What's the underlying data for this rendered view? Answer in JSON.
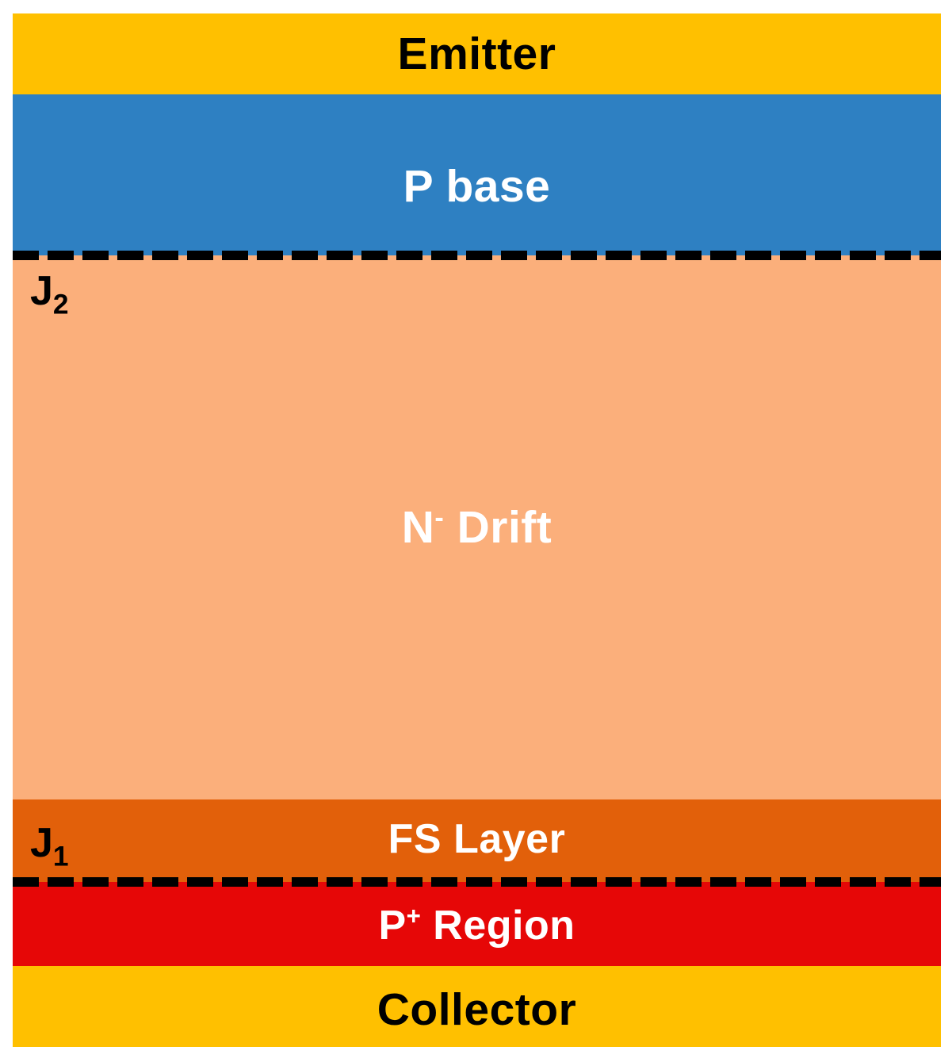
{
  "diagram": {
    "title": "IGBT vertical cross-section",
    "layers": [
      {
        "id": "emitter",
        "label": "Emitter",
        "fill": "#FFC000",
        "text_color": "#000000"
      },
      {
        "id": "p-base",
        "label": "P base",
        "fill": "#2E80C2",
        "text_color": "#FFFFFF"
      },
      {
        "id": "n-drift",
        "label_main": "N",
        "label_superscript": "-",
        "label_rest": " Drift",
        "fill": "#FBAF7B",
        "text_color": "#FFFFFF"
      },
      {
        "id": "fs-layer",
        "label": "FS Layer",
        "fill": "#E2600A",
        "text_color": "#FFFFFF"
      },
      {
        "id": "p-plus-region",
        "label_main": "P",
        "label_superscript": "+",
        "label_rest": " Region",
        "fill": "#E60707",
        "text_color": "#FFFFFF"
      },
      {
        "id": "collector",
        "label": "Collector",
        "fill": "#FFC000",
        "text_color": "#000000"
      }
    ],
    "junctions": [
      {
        "id": "j2",
        "label_main": "J",
        "label_subscript": "2",
        "line_color": "#000000",
        "line_style": "dashed",
        "between": "P base / N- Drift"
      },
      {
        "id": "j1",
        "label_main": "J",
        "label_subscript": "1",
        "line_color": "#000000",
        "line_style": "dashed",
        "between": "FS Layer / P+ Region"
      }
    ],
    "background": "#FFFFFF"
  }
}
